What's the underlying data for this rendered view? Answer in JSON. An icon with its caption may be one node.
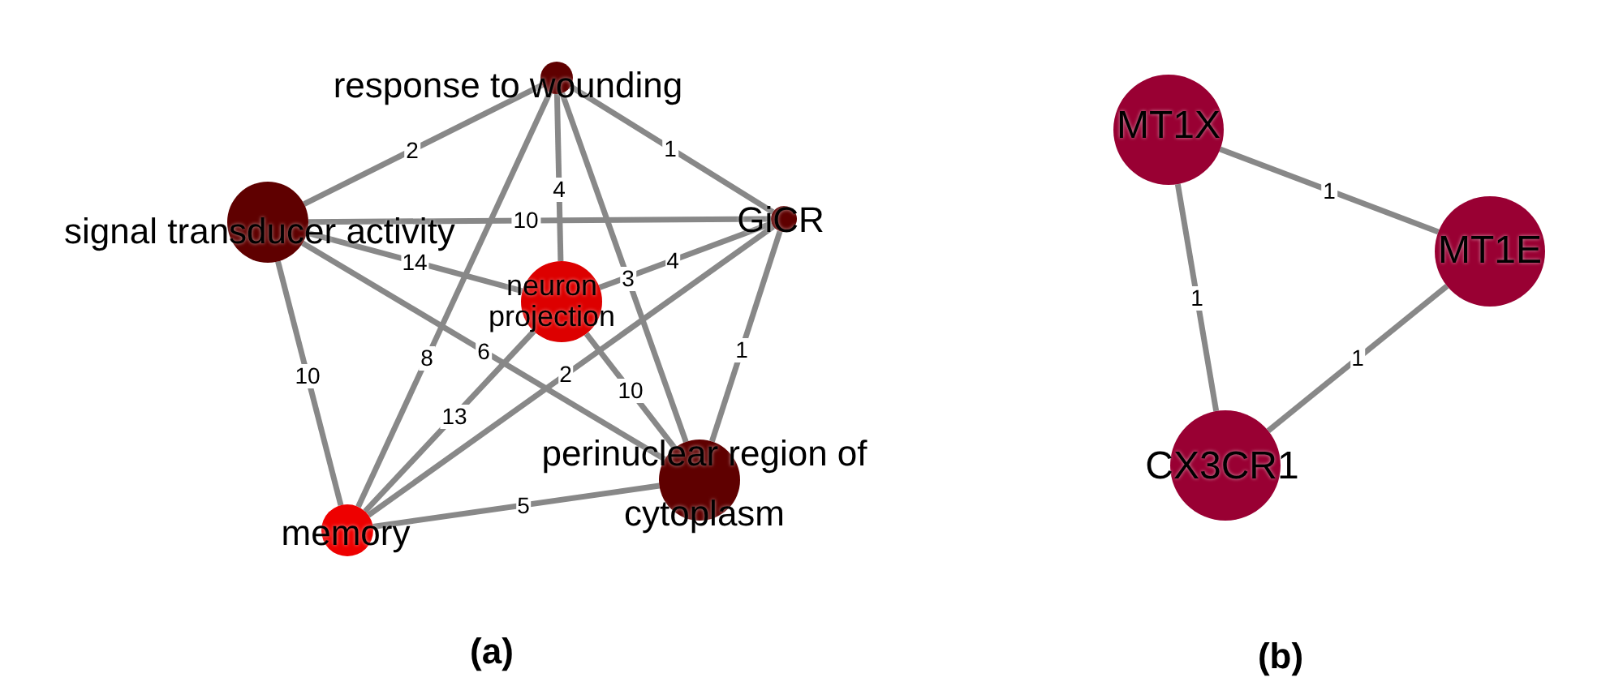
{
  "diagram": {
    "nodes": [
      {
        "text": [
          "response to wounding"
        ]
      },
      {
        "text": [
          "signal transducer activity"
        ]
      },
      {
        "text": [
          "GiCR"
        ]
      },
      {
        "text": [
          "neuron projection"
        ]
      },
      {
        "text": [
          "perinuclear region of cytoplasm"
        ]
      },
      {
        "text": [
          "memory"
        ]
      },
      {
        "text": [
          "MT1X"
        ]
      },
      {
        "text": [
          "MT1E"
        ]
      },
      {
        "text": [
          "CX3CR1"
        ]
      }
    ],
    "edges": [
      {
        "from": 0,
        "to": 1,
        "arrow": "none",
        "label": "2"
      },
      {
        "from": 0,
        "to": 2,
        "arrow": "none",
        "label": "1"
      },
      {
        "from": 0,
        "to": 3,
        "arrow": "none",
        "label": "4"
      },
      {
        "from": 0,
        "to": 4,
        "arrow": "none",
        "label": "3"
      },
      {
        "from": 0,
        "to": 5,
        "arrow": "none",
        "label": "8"
      },
      {
        "from": 1,
        "to": 2,
        "arrow": "none",
        "label": "10"
      },
      {
        "from": 1,
        "to": 3,
        "arrow": "none",
        "label": "14"
      },
      {
        "from": 1,
        "to": 4,
        "arrow": "none",
        "label": "6"
      },
      {
        "from": 1,
        "to": 5,
        "arrow": "none",
        "label": "10"
      },
      {
        "from": 2,
        "to": 3,
        "arrow": "none",
        "label": "4"
      },
      {
        "from": 2,
        "to": 4,
        "arrow": "none",
        "label": "1"
      },
      {
        "from": 2,
        "to": 5,
        "arrow": "none",
        "label": "2"
      },
      {
        "from": 3,
        "to": 4,
        "arrow": "none",
        "label": "10"
      },
      {
        "from": 3,
        "to": 5,
        "arrow": "none",
        "label": "13"
      },
      {
        "from": 4,
        "to": 5,
        "arrow": "none",
        "label": "5"
      },
      {
        "from": 6,
        "to": 7,
        "arrow": "none",
        "label": "1"
      },
      {
        "from": 6,
        "to": 8,
        "arrow": "none",
        "label": "1"
      },
      {
        "from": 7,
        "to": 8,
        "arrow": "none",
        "label": "1"
      }
    ],
    "labels": [
      "(a)",
      "(b)"
    ]
  }
}
